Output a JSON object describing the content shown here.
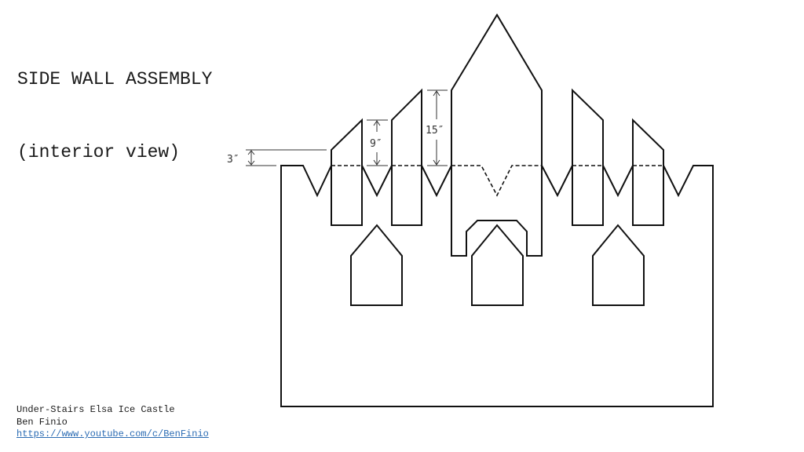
{
  "title": {
    "line1": "SIDE WALL ASSEMBLY",
    "line2": "(interior view)"
  },
  "footer": {
    "project": "Under-Stairs Elsa Ice Castle",
    "author": "Ben Finio",
    "link": "https://www.youtube.com/c/BenFinio"
  },
  "dimensions": {
    "small": "3″",
    "medium": "9″",
    "large": "15″"
  },
  "colors": {
    "line": "#111111",
    "link": "#2a6bb3"
  }
}
